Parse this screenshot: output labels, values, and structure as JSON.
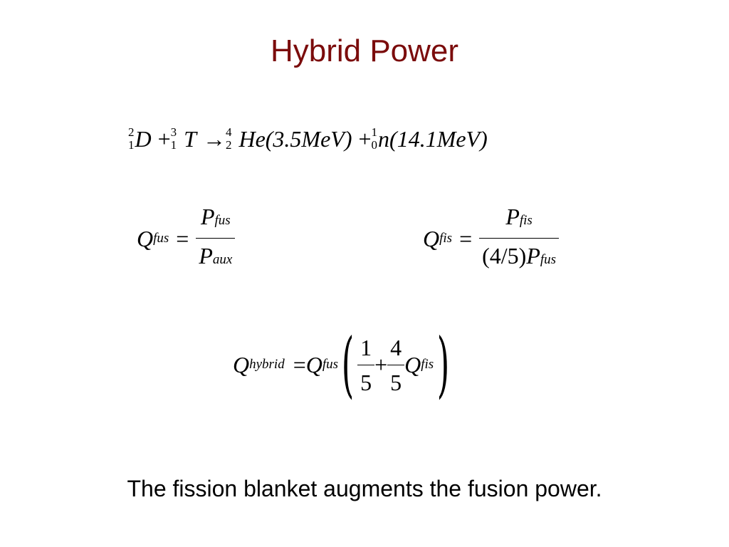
{
  "slide": {
    "title": "Hybrid Power",
    "title_color": "#7b0c0c",
    "caption": "The fission blanket augments the fusion power."
  },
  "reaction": {
    "reactant1": {
      "mass": "2",
      "charge": "1",
      "symbol": "D"
    },
    "plus1": "+",
    "reactant2": {
      "mass": "3",
      "charge": "1",
      "symbol": "T"
    },
    "arrow": "→",
    "product1": {
      "mass": "4",
      "charge": "2",
      "symbol": "He",
      "energy": "(3.5MeV)"
    },
    "plus2": "+",
    "product2": {
      "mass": "1",
      "charge": "0",
      "symbol": "n",
      "energy": "(14.1MeV)"
    }
  },
  "q_fus": {
    "lhs": "Q",
    "lhs_sub": "fus",
    "eq": "=",
    "num": "P",
    "num_sub": "fus",
    "den": "P",
    "den_sub": "aux"
  },
  "q_fis": {
    "lhs": "Q",
    "lhs_sub": "fis",
    "eq": "=",
    "num": "P",
    "num_sub": "fis",
    "den_prefix": "(4/5)",
    "den": "P",
    "den_sub": "fus"
  },
  "q_hybrid": {
    "lhs": "Q",
    "lhs_sub": "hybrid",
    "eq": "=",
    "factor": "Q",
    "factor_sub": "fus",
    "open_paren": "(",
    "close_paren": ")",
    "f1_num": "1",
    "f1_den": "5",
    "plus": "+",
    "f2_num": "4",
    "f2_den": "5",
    "term": "Q",
    "term_sub": "fis"
  }
}
